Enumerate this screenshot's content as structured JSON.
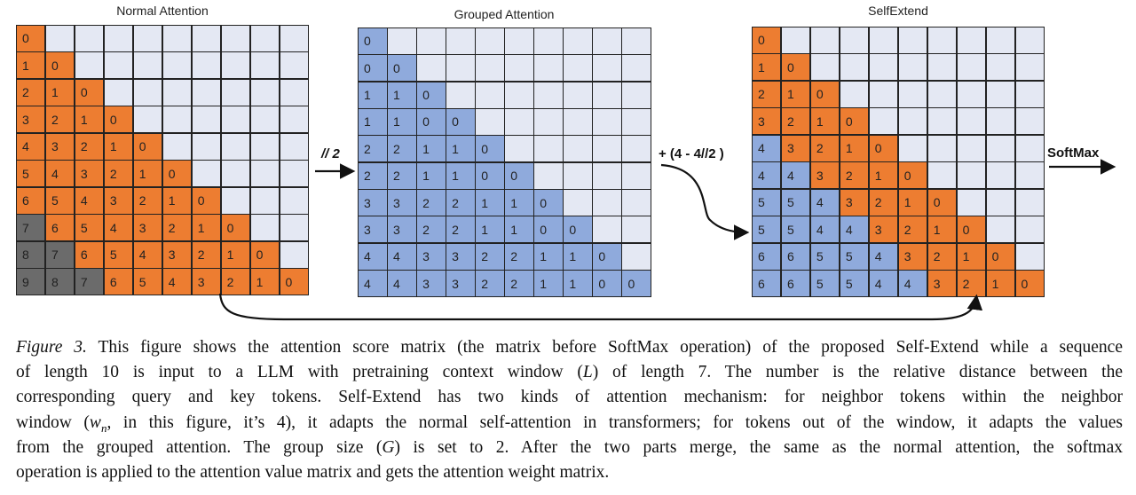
{
  "titles": {
    "normal": "Normal Attention",
    "grouped": "Grouped Attention",
    "selfextend": "SelfExtend"
  },
  "operators": {
    "divide": "// 2",
    "shift": "+ (4 - 4//2 )",
    "softmax": "SoftMax"
  },
  "colors": {
    "neighbor": "#ed7d31",
    "grouped": "#8faadc",
    "out_of_context": "#6b6b6b",
    "masked": "#e4e8f3"
  },
  "matrices": {
    "normal": {
      "values": [
        [
          0
        ],
        [
          1,
          0
        ],
        [
          2,
          1,
          0
        ],
        [
          3,
          2,
          1,
          0
        ],
        [
          4,
          3,
          2,
          1,
          0
        ],
        [
          5,
          4,
          3,
          2,
          1,
          0
        ],
        [
          6,
          5,
          4,
          3,
          2,
          1,
          0
        ],
        [
          7,
          6,
          5,
          4,
          3,
          2,
          1,
          0
        ],
        [
          8,
          7,
          6,
          5,
          4,
          3,
          2,
          1,
          0
        ],
        [
          9,
          8,
          7,
          6,
          5,
          4,
          3,
          2,
          1,
          0
        ]
      ],
      "types": [
        "o",
        "oo",
        "ooo",
        "oooo",
        "ooooo",
        "oooooo",
        "ooooooo",
        "gooooooo",
        "ggooooooo",
        "gggooooooo"
      ]
    },
    "grouped": {
      "values": [
        [
          0
        ],
        [
          0,
          0
        ],
        [
          1,
          1,
          0
        ],
        [
          1,
          1,
          0,
          0
        ],
        [
          2,
          2,
          1,
          1,
          0
        ],
        [
          2,
          2,
          1,
          1,
          0,
          0
        ],
        [
          3,
          3,
          2,
          2,
          1,
          1,
          0
        ],
        [
          3,
          3,
          2,
          2,
          1,
          1,
          0,
          0
        ],
        [
          4,
          4,
          3,
          3,
          2,
          2,
          1,
          1,
          0
        ],
        [
          4,
          4,
          3,
          3,
          2,
          2,
          1,
          1,
          0,
          0
        ]
      ],
      "types": [
        "b",
        "bb",
        "bbb",
        "bbbb",
        "bbbbb",
        "bbbbbb",
        "bbbbbbb",
        "bbbbbbbb",
        "bbbbbbbbb",
        "bbbbbbbbbb"
      ]
    },
    "selfextend": {
      "values": [
        [
          0
        ],
        [
          1,
          0
        ],
        [
          2,
          1,
          0
        ],
        [
          3,
          2,
          1,
          0
        ],
        [
          4,
          3,
          2,
          1,
          0
        ],
        [
          4,
          4,
          3,
          2,
          1,
          0
        ],
        [
          5,
          5,
          4,
          3,
          2,
          1,
          0
        ],
        [
          5,
          5,
          4,
          4,
          3,
          2,
          1,
          0
        ],
        [
          6,
          6,
          5,
          5,
          4,
          3,
          2,
          1,
          0
        ],
        [
          6,
          6,
          5,
          5,
          4,
          4,
          3,
          2,
          1,
          0
        ]
      ],
      "types": [
        "o",
        "oo",
        "ooo",
        "oooo",
        "boooo",
        "bboooo",
        "bbboooo",
        "bbbboooo",
        "bbbbbcooo",
        "bbbbbboooo"
      ]
    }
  },
  "caption": {
    "label": "Figure 3.",
    "line1": " This figure shows the attention score matrix (the matrix before SoftMax operation) of the proposed Self-Extend while a sequence",
    "line2a": "of length 10 is input to a LLM with pretraining context window (",
    "line2var": "L",
    "line2b": ") of length 7.  The number is the relative distance between the",
    "line3": "corresponding query and key tokens.  Self-Extend has two kinds of attention mechanism:  for neighbor tokens within the neighbor",
    "line4a": "window (",
    "line4var": "w",
    "line4sub": "n",
    "line4b": ", in this figure, it’s 4), it adapts the normal self-attention in transformers; for tokens out of the window, it adapts the values",
    "line5a": "from the grouped attention.  The group size (",
    "line5var": "G",
    "line5b": ") is set to 2.  After the two parts merge, the same as the normal attention, the softmax",
    "line6": "operation is applied to the attention value matrix and gets the attention weight matrix."
  }
}
